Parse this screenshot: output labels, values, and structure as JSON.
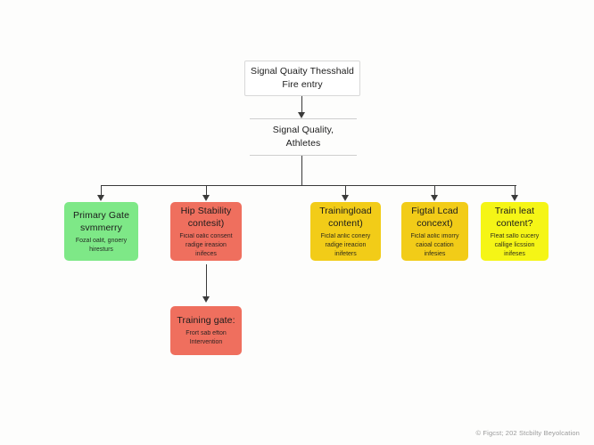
{
  "diagram": {
    "type": "flowchart",
    "background_color": "#fdfdfc",
    "connector_color": "#3a3a3a",
    "root": {
      "title": "Signal Quaity Thesshald\nFire entry",
      "fill": "#ffffff",
      "border": "#d8d8d8"
    },
    "second": {
      "title": "Signal Quality,\nAthletes",
      "fill": "transparent",
      "border": "#cfcfcf"
    },
    "leaves": [
      {
        "title": "Primary Gate\nsvmmerry",
        "sub": "Fozal oalit, gnoery\nhiresturs",
        "fill": "#7ee887",
        "color": "green"
      },
      {
        "title": "Hip Stability\ncontesit)",
        "sub": "Ficial oalic consent\nradige ireasion\ninifeces",
        "fill": "#ef6f5e",
        "color": "red"
      },
      {
        "title": "Trainingload\ncontent)",
        "sub": "Ficlal anlic conery\nradige ireacion\ninifeters",
        "fill": "#f2cc18",
        "color": "yellow"
      },
      {
        "title": "Figtal Lcad\nconcext)",
        "sub": "Ficlal aolic imorry\ncaioal ccation\ninfesies",
        "fill": "#f2cc18",
        "color": "yellow"
      },
      {
        "title": "Train leat\ncontent?",
        "sub": "Fleat sallo cucery\ncallige licssion\ninifeses",
        "fill": "#f5f516",
        "color": "bright-yellow"
      }
    ],
    "terminal": {
      "title": "Training gate:",
      "sub": "Frort sab efton\nIntervention",
      "fill": "#ef6f5e",
      "color": "red"
    }
  },
  "footer": {
    "text": "© Figcst; 202 Stcbilty Beyolcation"
  }
}
